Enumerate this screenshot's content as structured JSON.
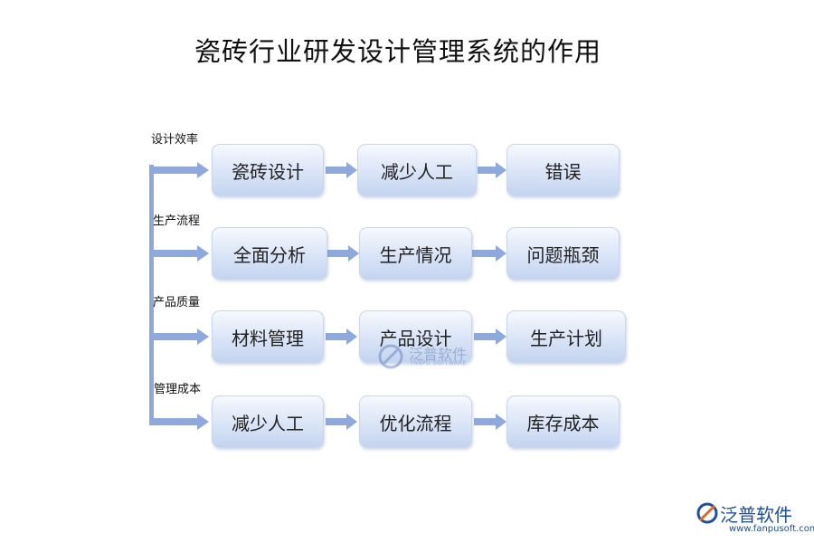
{
  "title": "瓷砖行业研发设计管理系统的作用",
  "rows": [
    {
      "label": "设计效率",
      "items": [
        "瓷砖设计",
        "减少人工",
        "错误"
      ]
    },
    {
      "label": "生产流程",
      "items": [
        "全面分析",
        "生产情况",
        "问题瓶颈"
      ]
    },
    {
      "label": "产品质量",
      "items": [
        "材料管理",
        "产品设计",
        "生产计划"
      ]
    },
    {
      "label": "管理成本",
      "items": [
        "减少人工",
        "优化流程",
        "库存成本"
      ]
    }
  ],
  "watermark": {
    "name": "泛普软件",
    "sub": "FANPU SOFTWARE"
  },
  "logo": {
    "name": "泛普软件",
    "url": "www.fanpusoft.com"
  },
  "colors": {
    "arrow": "#8fa9dc",
    "box_top": "#f6f9fe",
    "box_bottom": "#c4d4ef",
    "logo": "#1f4fa0"
  }
}
